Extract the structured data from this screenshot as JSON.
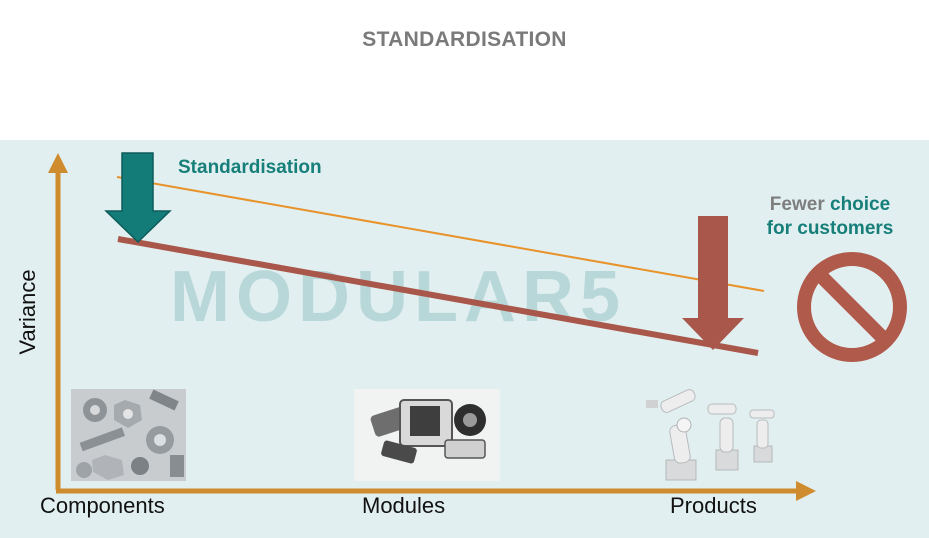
{
  "title": "STANDARDISATION",
  "axes": {
    "y_label": "Variance",
    "x_categories": [
      "Components",
      "Modules",
      "Products"
    ]
  },
  "annotations": {
    "standardisation": "Standardisation",
    "fewer_part1": "Fewer",
    "fewer_part2": "choice",
    "fewer_part3": "for customers"
  },
  "watermark": "MODULAR5",
  "icons": [
    "arrow-down-icon",
    "prohibition-icon",
    "components-photo",
    "modules-photo",
    "products-photo"
  ],
  "colors": {
    "axis": "#cf8c2e",
    "line_thick": "#a8574a",
    "line_thin": "#e8922a",
    "teal": "#167f7a",
    "panel_bg": "#e2eff0",
    "prohibit": "#b05a4b"
  }
}
